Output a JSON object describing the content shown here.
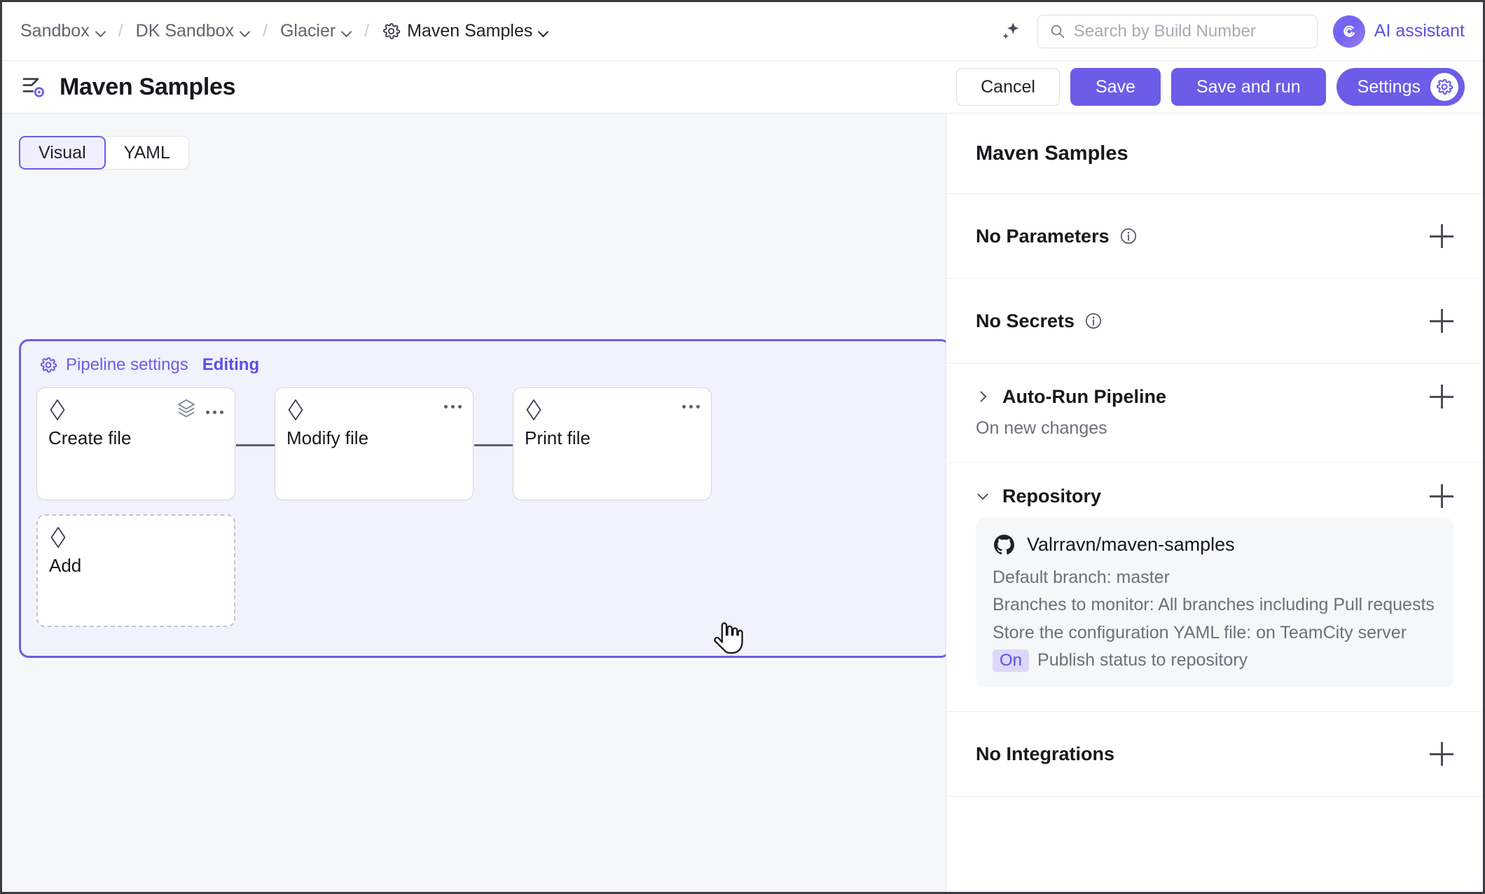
{
  "topbar": {
    "breadcrumbs": [
      {
        "label": "Sandbox",
        "has_caret": true,
        "has_gear": false
      },
      {
        "label": "DK Sandbox",
        "has_caret": true,
        "has_gear": false
      },
      {
        "label": "Glacier",
        "has_caret": true,
        "has_gear": false
      },
      {
        "label": "Maven Samples",
        "has_caret": true,
        "has_gear": true
      }
    ],
    "separator": "/",
    "sparkle_icon": "sparkle-icon",
    "search": {
      "placeholder": "Search by Build Number",
      "value": "",
      "icon": "search-icon"
    },
    "ai_assistant": {
      "label": "AI assistant",
      "icon": "ai-orb-icon"
    }
  },
  "header": {
    "title": "Maven Samples",
    "icon": "pipeline-gear-icon",
    "actions": {
      "cancel": "Cancel",
      "save": "Save",
      "save_and_run": "Save and run",
      "settings": "Settings",
      "settings_icon": "gear-icon"
    }
  },
  "editor": {
    "tabs": [
      {
        "label": "Visual",
        "selected": true
      },
      {
        "label": "YAML",
        "selected": false
      }
    ],
    "pipeline": {
      "settings_label": "Pipeline settings",
      "state_label": "Editing",
      "settings_icon": "gear-icon",
      "jobs": [
        {
          "label": "Create file",
          "icon": "diamond-icon",
          "has_layers": true,
          "has_menu": true,
          "menu_icon": "ellipsis-icon",
          "layers_icon": "layers-icon"
        },
        {
          "label": "Modify file",
          "icon": "diamond-icon",
          "has_layers": false,
          "has_menu": true,
          "menu_icon": "ellipsis-icon"
        },
        {
          "label": "Print file",
          "icon": "diamond-icon",
          "has_layers": false,
          "has_menu": true,
          "menu_icon": "ellipsis-icon"
        }
      ],
      "add_job": {
        "label": "Add",
        "icon": "diamond-icon"
      }
    },
    "cursor": "pointer-hand-cursor"
  },
  "panel": {
    "title": "Maven Samples",
    "sections": [
      {
        "id": "parameters",
        "label": "No Parameters",
        "has_info": true,
        "add_label": "+"
      },
      {
        "id": "secrets",
        "label": "No Secrets",
        "has_info": true,
        "add_label": "+"
      }
    ],
    "auto_run": {
      "label": "Auto-Run Pipeline",
      "expanded": false,
      "chevron": "chevron-right-icon",
      "subtitle": "On new changes"
    },
    "repository": {
      "label": "Repository",
      "expanded": true,
      "chevron": "chevron-down-icon",
      "provider_icon": "github-icon",
      "name": "Valrravn/maven-samples",
      "details": [
        "Default branch: master",
        "Branches to monitor: All branches including Pull requests",
        "Store the configuration YAML file: on TeamCity server"
      ],
      "status_badge": "On",
      "status_text": "Publish status to repository"
    },
    "integrations": {
      "label": "No Integrations",
      "add_label": "+"
    }
  },
  "colors": {
    "accent": "#6c5ce7",
    "accent_text": "#5b4ee8",
    "pipeline_bg": "#f2f1fe",
    "canvas_bg": "#f6f7f9",
    "badge_bg": "#ddd8fb",
    "muted_text": "#6b707a"
  }
}
